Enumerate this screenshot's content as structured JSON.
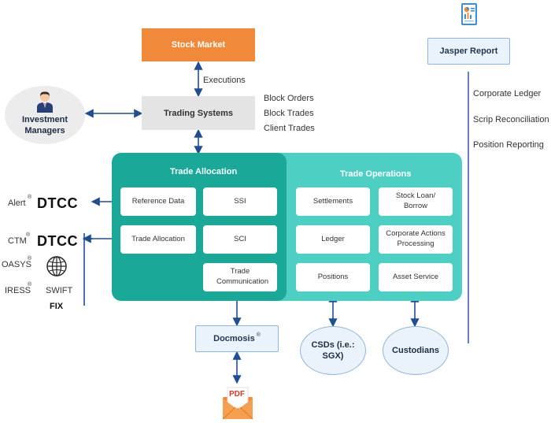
{
  "nodes": {
    "stock_market": "Stock Market",
    "executions": "Executions",
    "trading_systems": "Trading Systems",
    "order_types": [
      "Block Orders",
      "Block Trades",
      "Client Trades"
    ],
    "investment_managers": "Investment Managers",
    "jasper_report": "Jasper Report",
    "report_items": [
      "Corporate Ledger",
      "Scrip Reconciliation",
      "Position Reporting"
    ],
    "docmosis": "Docmosis",
    "docmosis_mark": "®",
    "pdf_label": "PDF",
    "csds": "CSDs (i.e.: SGX)",
    "custodians": "Custodians"
  },
  "trade_allocation": {
    "title": "Trade Allocation",
    "boxes": {
      "reference_data": "Reference Data",
      "ssi": "SSI",
      "trade_allocation": "Trade Allocation",
      "sci": "SCI",
      "trade_communication": "Trade Communication"
    }
  },
  "trade_operations": {
    "title": "Trade Operations",
    "boxes": {
      "settlements": "Settlements",
      "stock_loan": "Stock Loan/ Borrow",
      "ledger": "Ledger",
      "corporate_actions": "Corporate Actions Processing",
      "positions": "Positions",
      "asset_service": "Asset Service"
    }
  },
  "external": {
    "alert": "Alert",
    "dtcc": "DTCC",
    "ctm": "CTM",
    "oasys": "OASYS",
    "iress": "IRESS",
    "swift": "SWIFT",
    "fix": "FIX",
    "reg": "®"
  },
  "colors": {
    "stock_market": "#f0893a",
    "trade_allocation_panel": "#1aa898",
    "trade_operations_panel": "#4dcfc3",
    "arrow": "#1f4e96"
  },
  "icons": [
    "report-icon",
    "person-icon",
    "globe-icon",
    "pdf-envelope-icon"
  ]
}
